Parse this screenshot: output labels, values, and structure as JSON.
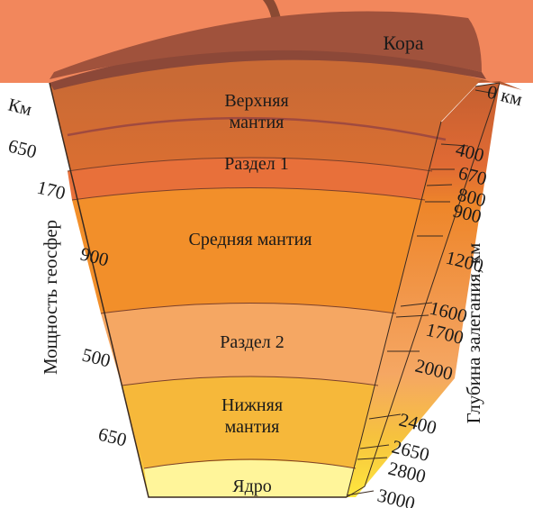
{
  "layers": [
    {
      "name": "Кора",
      "color": "#a0523c"
    },
    {
      "name_lines": [
        "Верхняя",
        "мантия"
      ],
      "color": "#d06f32"
    },
    {
      "name": "Раздел 1",
      "color": "#e8703a"
    },
    {
      "name": "Средняя мантия",
      "color": "#f28f2a"
    },
    {
      "name": "Раздел 2",
      "color": "#f5a560"
    },
    {
      "name_lines": [
        "Нижняя",
        "мантия"
      ],
      "color": "#f7b23a"
    },
    {
      "name": "Ядро",
      "color": "#fff59a"
    }
  ],
  "thickness_axis": {
    "title": "Мощность геосфер",
    "unit": "Км",
    "values": [
      "650",
      "170",
      "900",
      "500",
      "650"
    ]
  },
  "depth_axis": {
    "title": "Глубина залегания, км",
    "values": [
      "0 км",
      "400",
      "670",
      "800",
      "900",
      "1200",
      "1600",
      "1700",
      "2000",
      "2400",
      "2650",
      "2800",
      "3000"
    ]
  },
  "colors": {
    "background_top": "#f2875c",
    "side_face": "#c96a35"
  }
}
